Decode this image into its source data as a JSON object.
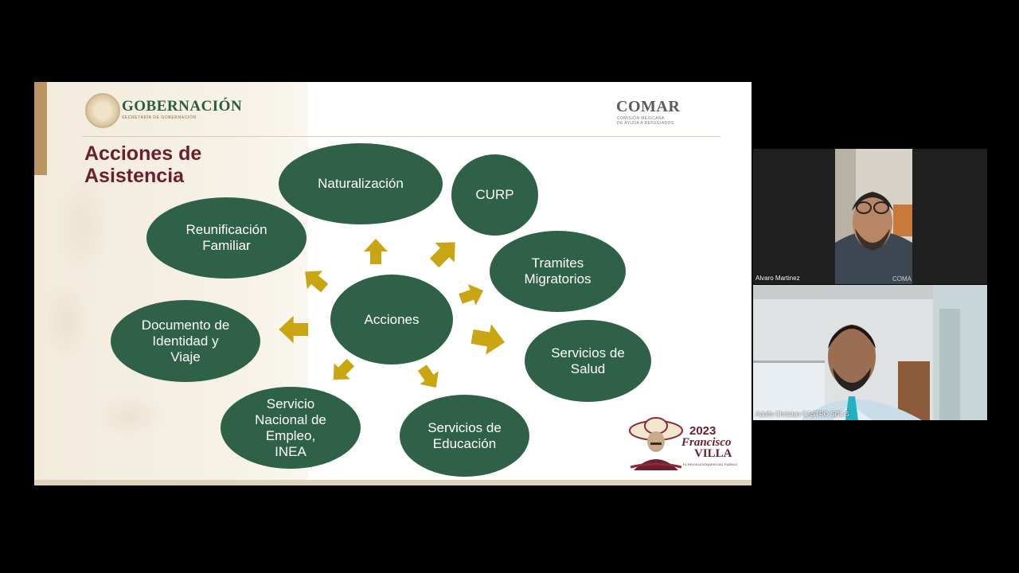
{
  "slide": {
    "header": {
      "gob_title": "GOBERNACIÓN",
      "gob_subtitle": "SECRETARÍA DE GOBERNACIÓN",
      "comar_title": "COMAR",
      "comar_sub1": "COMISIÓN MEXICANA",
      "comar_sub2": "DE AYUDA A REFUGIADOS"
    },
    "title_line1": "Acciones de",
    "title_line2": "Asistencia",
    "center_label": "Acciones",
    "nodes": [
      {
        "id": "naturalizacion",
        "label": "Naturalización"
      },
      {
        "id": "curp",
        "label": "CURP"
      },
      {
        "id": "reunificacion",
        "label": "Reunificación\nFamiliar"
      },
      {
        "id": "tramites",
        "label": "Tramites\nMigratorios"
      },
      {
        "id": "documento",
        "label": "Documento de\nIdentidad y\nViaje"
      },
      {
        "id": "salud",
        "label": "Servicios de\nSalud"
      },
      {
        "id": "empleo",
        "label": "Servicio\nNacional de\nEmpleo,\nINEA"
      },
      {
        "id": "educacion",
        "label": "Servicios de\nEducación"
      }
    ],
    "footer_logo": {
      "year": "2023",
      "name_line1": "Francisco",
      "name_line2": "VILLA",
      "subtitle": "EL REVOLUCIONARIO DEL PUEBLO"
    },
    "colors": {
      "ellipse": "#2e6148",
      "arrow": "#c9a512",
      "title": "#6b1f2e",
      "gob_green": "#2b5a3e"
    }
  },
  "participants": [
    {
      "name": "Alvaro Martinez",
      "badge": "COMA"
    },
    {
      "name": "Adolfo Christian CASTRO SOLIS"
    }
  ]
}
